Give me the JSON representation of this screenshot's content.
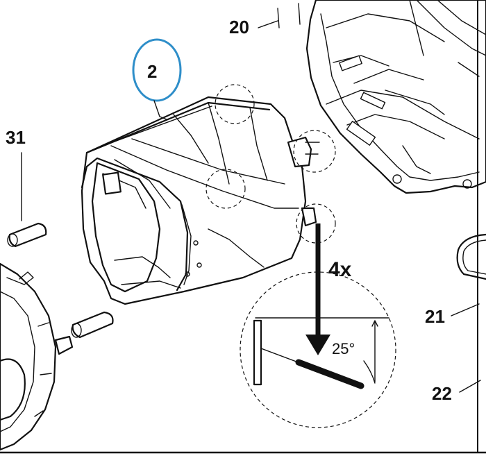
{
  "callouts": {
    "part_2": "2",
    "part_20": "20",
    "part_21": "21",
    "part_22": "22",
    "part_31": "31"
  },
  "annotations": {
    "quantity": "4x",
    "angle": "25°"
  },
  "colors": {
    "highlight_circle": "#2e8ec9",
    "line_art": "#111111"
  }
}
